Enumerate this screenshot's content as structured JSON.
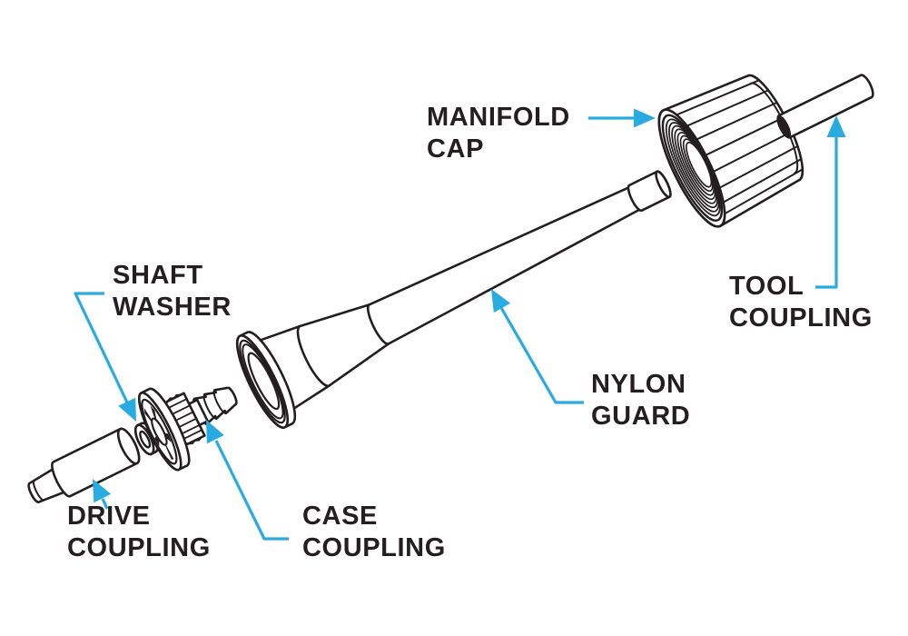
{
  "diagram": {
    "type": "exploded-parts-diagram",
    "labels": {
      "manifold_cap": {
        "line1": "MANIFOLD",
        "line2": "CAP"
      },
      "tool_coupling": {
        "line1": "TOOL",
        "line2": "COUPLING"
      },
      "nylon_guard": {
        "line1": "NYLON",
        "line2": "GUARD"
      },
      "shaft_washer": {
        "line1": "SHAFT",
        "line2": "WASHER"
      },
      "drive_coupling": {
        "line1": "DRIVE",
        "line2": "COUPLING"
      },
      "case_coupling": {
        "line1": "CASE",
        "line2": "COUPLING"
      }
    },
    "colors": {
      "ink": "#231F20",
      "leader": "#29ABE2",
      "background": "#FFFFFF"
    }
  }
}
